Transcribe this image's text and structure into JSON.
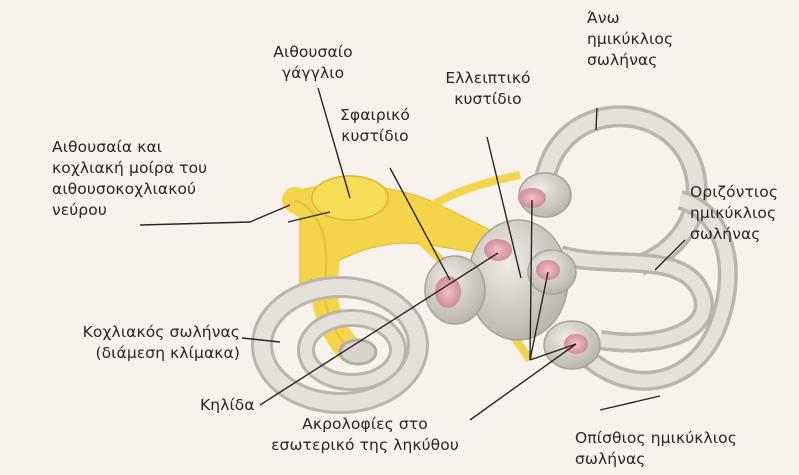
{
  "labels": {
    "vestibular_ganglion": "Αιθουσαίο\nγάγγλιο",
    "superior_canal": "Άνω\nημικύκλιος\nσωλήνας",
    "utricle": "Ελλειπτικό\nκυστίδιο",
    "saccule": "Σφαιρικό\nκυστίδιο",
    "nerve": "Αιθουσαία και\nκοχλιακή μοίρα του\nαιθουσοκοχλιακού\nνεύρου",
    "horizontal_canal": "Οριζόντιος\nημικύκλιος\nσωλήνας",
    "cochlear_duct": "Κοχλιακός σωλήνας\n(διάμεση κλίμακα)",
    "cochlea": "Κηλίδα",
    "cristae": "Ακρολοφίες στο\nεσωτερικό της ληκύθου",
    "posterior_canal": "Οπίσθιος ημικύκλιος\nσωλήνας"
  },
  "colors": {
    "background": "#f7f3ec",
    "nerve": "#f3d44a",
    "membrane": "#d9d5cd",
    "ampulla": "#d8a1aa",
    "leader": "#2b2523"
  }
}
